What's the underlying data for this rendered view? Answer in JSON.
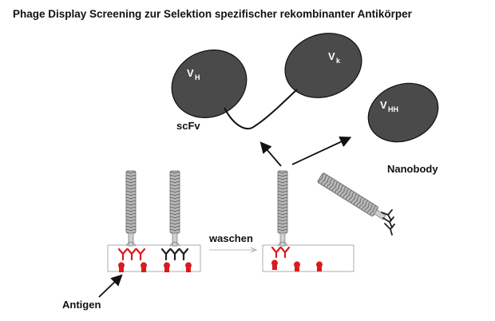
{
  "title": "Phage Display Screening zur Selektion spezifischer rekombinanter Antikörper",
  "labels": {
    "scfv": "scFv",
    "nanobody": "Nanobody",
    "waschen": "waschen",
    "antigen": "Antigen"
  },
  "domains": {
    "vh": {
      "main": "V",
      "sub": "H"
    },
    "vk": {
      "main": "V",
      "sub": "k"
    },
    "vhh": {
      "main": "V",
      "sub": "HH"
    }
  },
  "colors": {
    "domain_fill": "#4a4a4a",
    "antigen_red": "#d81c1c",
    "antibody_black": "#222222",
    "phage_gray": "#9a9a9a"
  },
  "icons": [
    "arrow-icon",
    "phage-icon",
    "antibody-icon",
    "antigen-icon",
    "plate-well-icon"
  ]
}
